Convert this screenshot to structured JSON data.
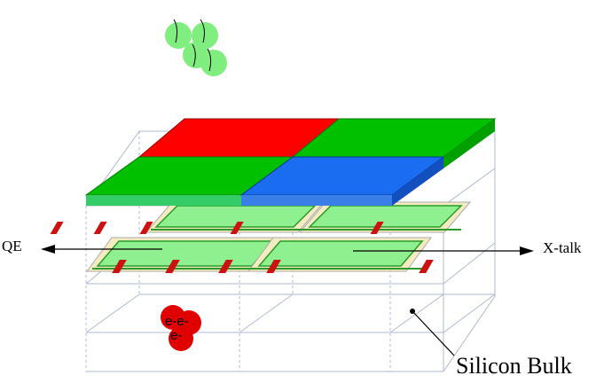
{
  "labels": {
    "qe": "QE",
    "xtalk": "X-talk",
    "silicon_bulk": "Silicon Bulk",
    "electrons_top": "e-e-",
    "electrons_bottom": "e-"
  },
  "colors": {
    "filter_red": "#ff0000",
    "filter_green": "#00c000",
    "filter_blue": "#1a6cf0",
    "photon_green": "#7fee7f",
    "circuit_green": "#8ff08f",
    "transistor_red": "#cc1111",
    "electron_red": "#e00000",
    "wireframe": "#b0b8d0"
  },
  "icons": [
    "photon-icon",
    "electron-icon",
    "arrow-left-icon",
    "arrow-right-icon"
  ]
}
